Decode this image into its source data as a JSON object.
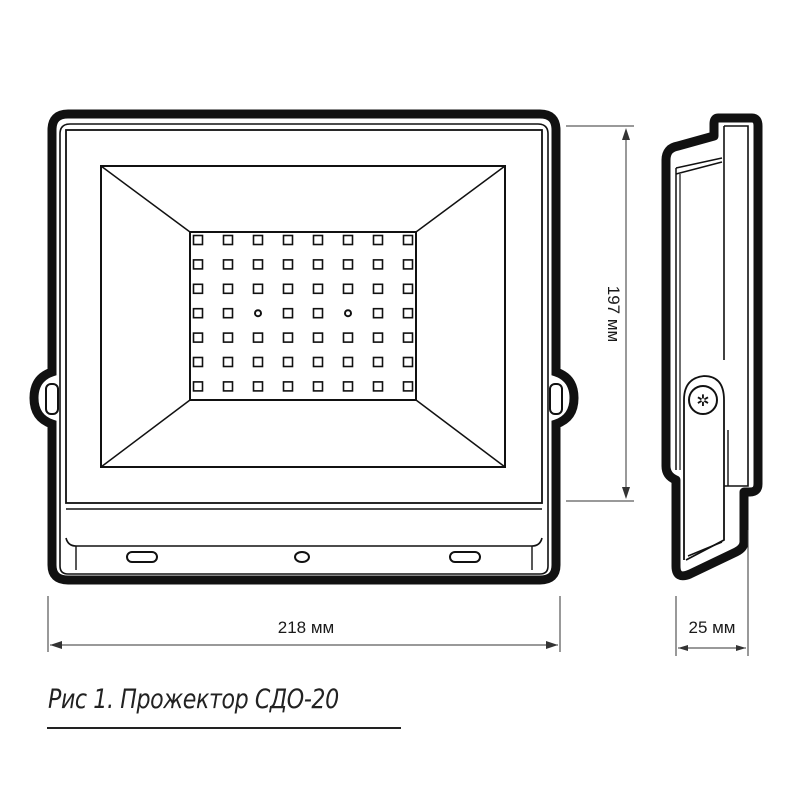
{
  "caption": "Рис 1. Прожектор СДО-20",
  "dimensions": {
    "width_label": "218 мм",
    "height_label": "197 мм",
    "depth_label": "25 мм"
  },
  "led_grid": {
    "columns": 8,
    "rows": 7,
    "round_leds": [
      [
        3,
        2
      ],
      [
        3,
        5
      ]
    ]
  },
  "colors": {
    "line": "#111111",
    "background": "#ffffff"
  }
}
